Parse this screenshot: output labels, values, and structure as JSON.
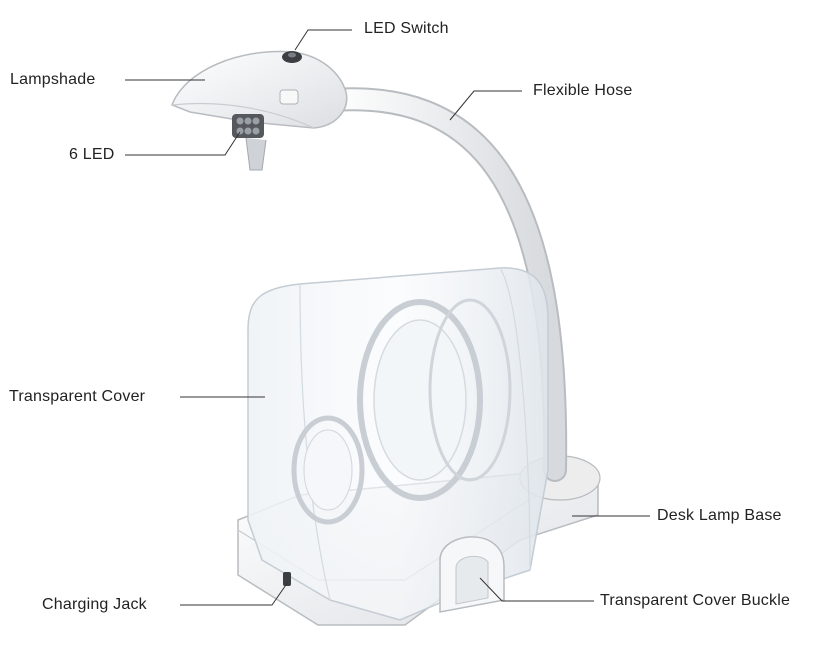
{
  "labels": {
    "led_switch": "LED Switch",
    "lampshade": "Lampshade",
    "flexible_hose": "Flexible Hose",
    "six_led": "6 LED",
    "transparent_cover": "Transparent Cover",
    "desk_lamp_base": "Desk Lamp  Base",
    "charging_jack": "Charging Jack",
    "transparent_cover_buckle": "Transparent Cover Buckle"
  },
  "colors": {
    "label_text": "#222222",
    "leader_line": "#333333",
    "product_white": "#f4f4f4",
    "product_outline": "#b8bcc0",
    "cover_tint": "#e9eef3",
    "led_dark": "#55595e"
  }
}
